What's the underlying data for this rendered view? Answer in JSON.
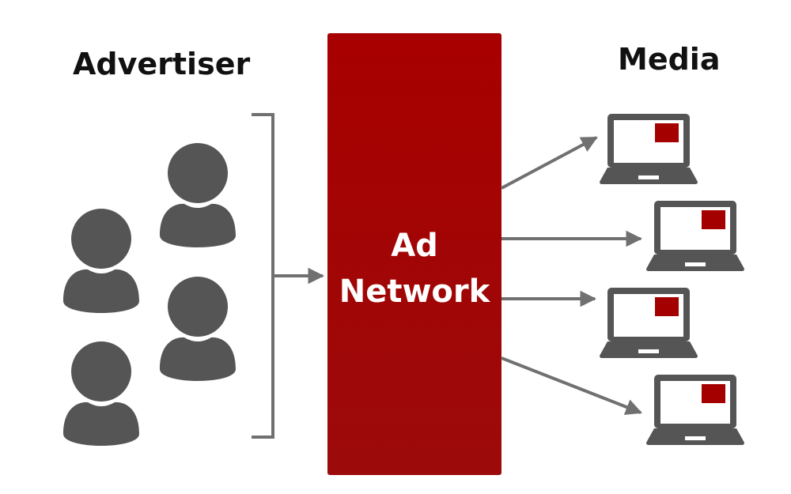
{
  "headings": {
    "left": "Advertiser",
    "right": "Media"
  },
  "network": {
    "line1": "Ad",
    "line2": "Network"
  },
  "colors": {
    "network_fill": "#a50000",
    "icon": "#555555",
    "arrow": "#707070",
    "ad_block": "#a50000",
    "screen": "#ffffff"
  },
  "icons": {
    "advertiser": "person-icon",
    "media": "laptop-icon"
  },
  "counts": {
    "advertisers": 4,
    "media_devices": 4
  }
}
